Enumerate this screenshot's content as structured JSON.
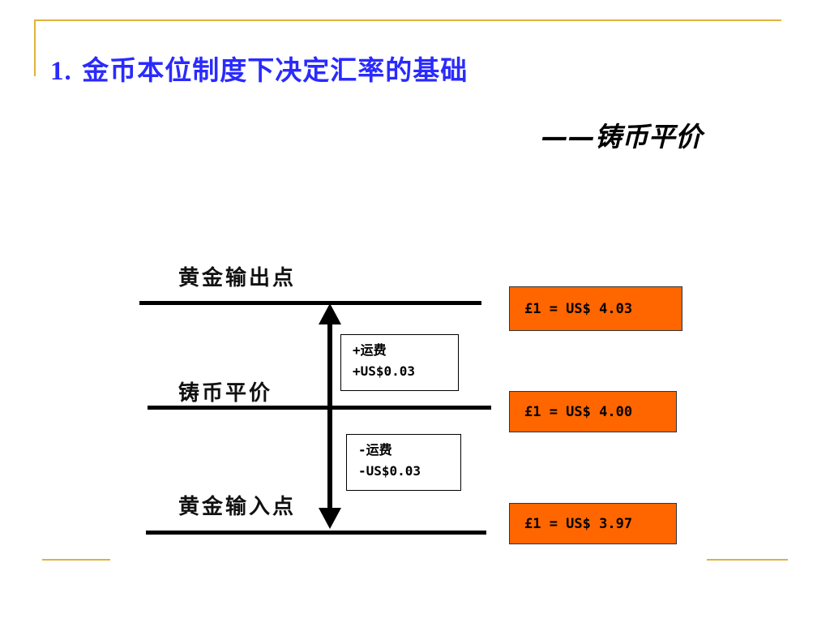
{
  "slide": {
    "title_number": "1.",
    "title_text": "金币本位制度下决定汇率的基础",
    "subtitle": "——铸币平价"
  },
  "diagram": {
    "levels": [
      {
        "label": "黄金输出点",
        "rate": "£1 = US$ 4.03"
      },
      {
        "label": "铸币平价",
        "rate": "£1 = US$ 4.00"
      },
      {
        "label": "黄金输入点",
        "rate": "£1 = US$ 3.97"
      }
    ],
    "upper_note": {
      "line1": "+运费",
      "line2": "+US$0.03"
    },
    "lower_note": {
      "line1": "-运费",
      "line2": "-US$0.03"
    }
  },
  "colors": {
    "title": "#2a2aff",
    "accent_line": "#e0b23c",
    "rate_box": "#ff6600"
  }
}
